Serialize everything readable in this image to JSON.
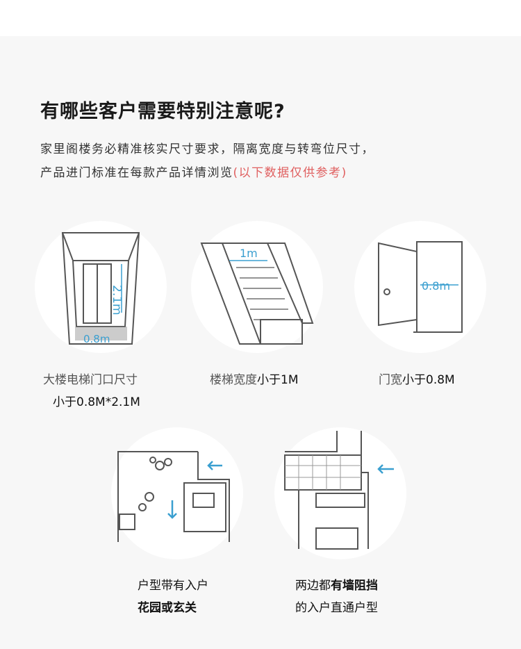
{
  "title": "有哪些客户需要特别注意呢?",
  "intro": {
    "line1": "家里阁楼务必精准核实尺寸要求，隔离宽度与转弯位尺寸，",
    "line2": "产品进门标准在每款产品详情浏览",
    "line2_note": "(以下数据仅供参考)"
  },
  "items": [
    {
      "label": "大楼电梯门口尺寸",
      "emph": "小于0.8M*2.1M",
      "dims": [
        "2.1m",
        "0.8m"
      ]
    },
    {
      "label": "楼梯宽度",
      "emph": "小于1M",
      "dims": [
        "1m"
      ]
    },
    {
      "label": "门宽",
      "emph": "小于0.8M",
      "dims": [
        "0.8m"
      ]
    },
    {
      "label": "户型带有入户",
      "emph": "花园或玄关"
    },
    {
      "label": "两边都",
      "emph": "有墙阻挡",
      "label2": "的入户直通户型"
    }
  ],
  "colors": {
    "accent": "#3a9fd0",
    "note": "#e06060"
  }
}
